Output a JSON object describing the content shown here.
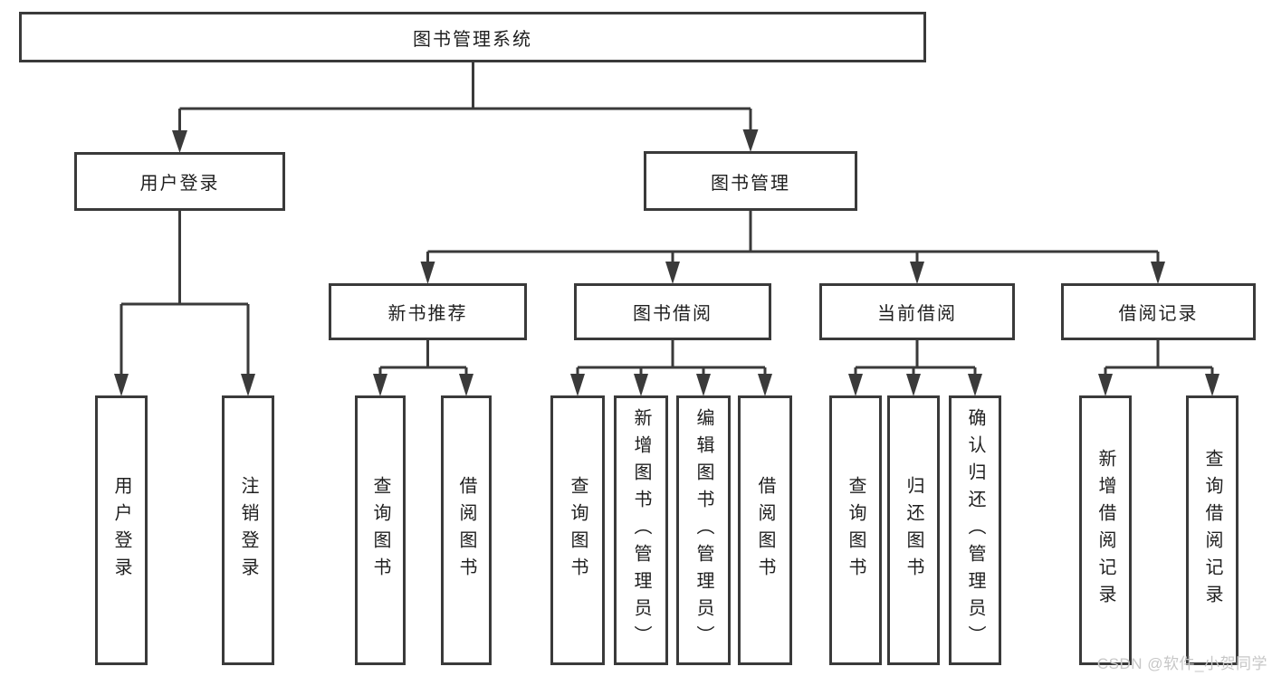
{
  "diagram": {
    "type": "hierarchy-tree",
    "root": {
      "label": "图书管理系统",
      "children": [
        {
          "label": "用户登录",
          "children": [
            {
              "label": "用户登录"
            },
            {
              "label": "注销登录"
            }
          ]
        },
        {
          "label": "图书管理",
          "children": [
            {
              "label": "新书推荐",
              "children": [
                {
                  "label": "查询图书"
                },
                {
                  "label": "借阅图书"
                }
              ]
            },
            {
              "label": "图书借阅",
              "children": [
                {
                  "label": "查询图书"
                },
                {
                  "label": "新增图书（管理员）"
                },
                {
                  "label": "编辑图书（管理员）"
                },
                {
                  "label": "借阅图书"
                }
              ]
            },
            {
              "label": "当前借阅",
              "children": [
                {
                  "label": "查询图书"
                },
                {
                  "label": "归还图书"
                },
                {
                  "label": "确认归还（管理员）"
                }
              ]
            },
            {
              "label": "借阅记录",
              "children": [
                {
                  "label": "新增借阅记录"
                },
                {
                  "label": "查询借阅记录"
                }
              ]
            }
          ]
        }
      ]
    }
  },
  "watermark": {
    "text": "CSDN @软件_小贺同学"
  },
  "colors": {
    "background": "#ffffff",
    "line": "#3a3a3a",
    "node_border": "#3a3a3a",
    "text": "#1f1f1f",
    "watermark": "#c7c7c7"
  }
}
